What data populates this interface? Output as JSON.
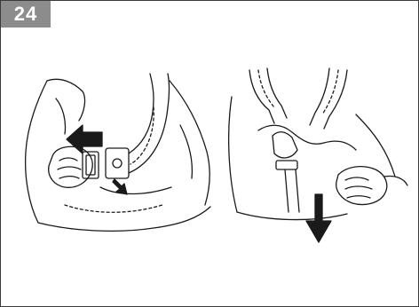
{
  "step": {
    "number": "24",
    "color": "#8c8c8c"
  },
  "illustrations": [
    {
      "name": "unbuckle-hands-illustration"
    },
    {
      "name": "pull-strap-illustration"
    }
  ]
}
